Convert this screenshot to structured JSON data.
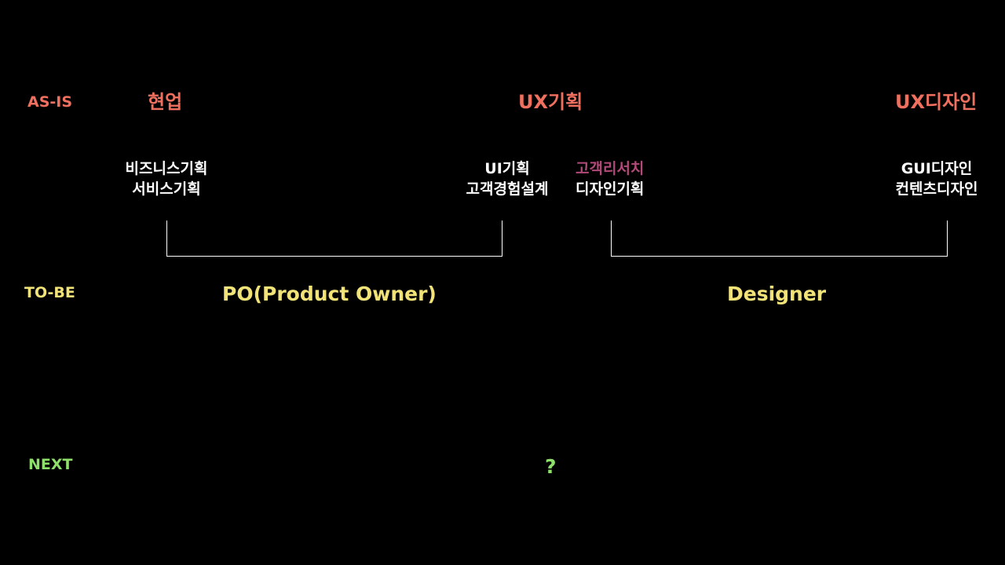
{
  "colors": {
    "background": "#000000",
    "as_is": "#f07060",
    "to_be": "#f2e378",
    "next": "#8fe06a",
    "item_text": "#ffffff",
    "research_highlight": "#b04a78"
  },
  "rows": {
    "as_is": "AS-IS",
    "to_be": "TO-BE",
    "next": "NEXT"
  },
  "as_is_headers": {
    "business": "현업",
    "ux_planning": "UX기획",
    "ux_design": "UX디자인"
  },
  "as_is_items": {
    "business": [
      "비즈니스기획",
      "서비스기획"
    ],
    "ux_planning_left": [
      "UI기획",
      "고객경험설계"
    ],
    "ux_planning_right": [
      "고객리서치",
      "디자인기획"
    ],
    "ux_design": [
      "GUI디자인",
      "컨텐츠디자인"
    ]
  },
  "to_be": {
    "left": "PO(Product Owner)",
    "right": "Designer"
  },
  "next": {
    "value": "?"
  }
}
